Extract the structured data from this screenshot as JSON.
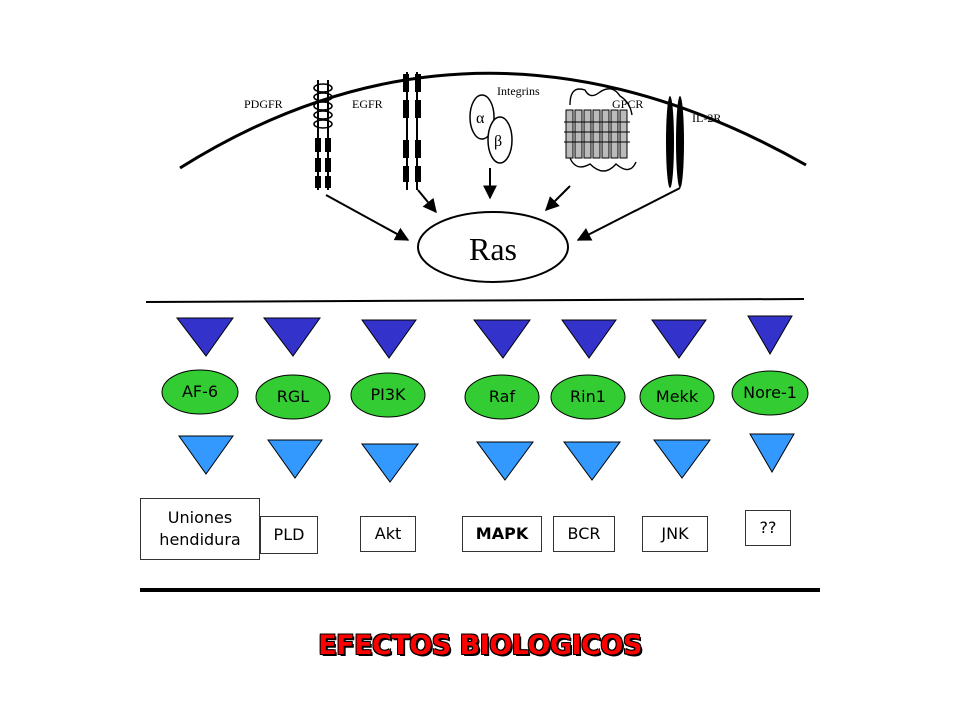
{
  "receptors": {
    "pdgfr": "PDGFR",
    "egfr": "EGFR",
    "integrins": "Integrins",
    "alpha": "α",
    "beta": "β",
    "gpcr": "GPCR",
    "il2r": "IL-2R"
  },
  "hub": {
    "label": "Ras"
  },
  "effectors": [
    {
      "label": "AF-6"
    },
    {
      "label": "RGL"
    },
    {
      "label": "PI3K"
    },
    {
      "label": "Raf"
    },
    {
      "label": "Rin1"
    },
    {
      "label": "Mekk"
    },
    {
      "label": "Nore-1"
    }
  ],
  "downstream": [
    {
      "line1": "Uniones",
      "line2": "hendidura"
    },
    {
      "label": "PLD"
    },
    {
      "label": "Akt"
    },
    {
      "label": "MAPK"
    },
    {
      "label": "BCR"
    },
    {
      "label": "JNK"
    },
    {
      "label": "??"
    }
  ],
  "footer": {
    "title": "EFECTOS BIOLOGICOS"
  },
  "colors": {
    "dark_triangle": "#3333cc",
    "light_triangle": "#3399ff",
    "effector_fill": "#33cc33",
    "footer_text": "#ff0000"
  }
}
